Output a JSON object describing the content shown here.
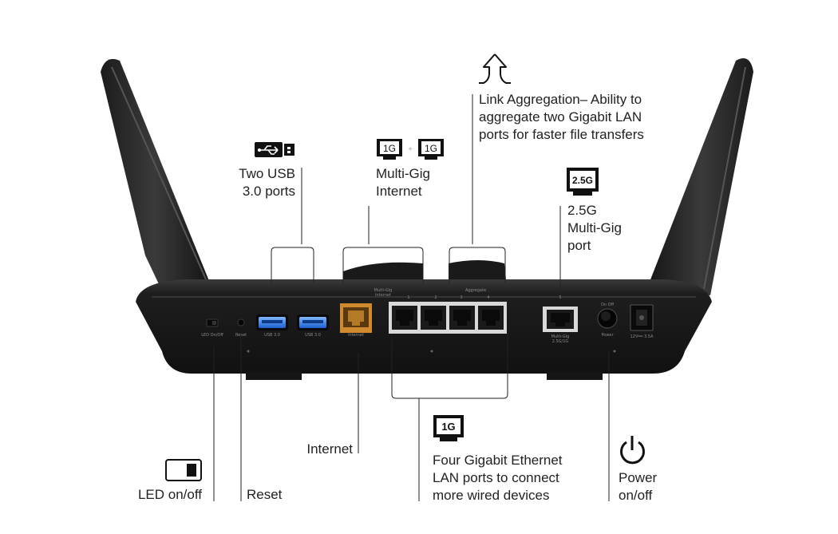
{
  "labels": {
    "usb": [
      "Two USB",
      "3.0 ports"
    ],
    "multigig_internet": [
      "Multi-Gig",
      "Internet"
    ],
    "link_aggregation": [
      "Link Aggregation– Ability to",
      "aggregate two Gigabit LAN",
      "ports for faster file transfers"
    ],
    "port_25g": [
      "2.5G",
      "Multi-Gig",
      "port"
    ],
    "internet": "Internet",
    "lan_ports": [
      "Four Gigabit Ethernet",
      "LAN ports to connect",
      "more wired devices"
    ],
    "led": "LED on/off",
    "reset": "Reset",
    "power": [
      "Power",
      "on/off"
    ]
  },
  "badges": {
    "gig": "1G",
    "two_five": "2.5G",
    "plus": "+"
  },
  "router_text": {
    "multigig_internet": "Multi-Gig",
    "internet_sub": "Internet",
    "port1": "1",
    "port2": "2",
    "port3": "3",
    "port4": "4",
    "aggregate": "Aggregate",
    "port5": "5",
    "led_label": "LED On/Off",
    "reset_label": "Reset",
    "usb1_label": "USB 3.0",
    "usb2_label": "USB 3.0",
    "internet_port_label": "Internet",
    "mg_port_label": "Multi-Gig",
    "mg_port_sub": "2.5G/1G",
    "power_label": "Power",
    "onoff": "On  Off",
    "dc_label": "12V══ 3.5A"
  },
  "icons": [
    "usb-icon",
    "1g-port-icon",
    "2.5g-port-icon",
    "link-aggregation-icon",
    "led-switch-icon",
    "power-icon"
  ]
}
